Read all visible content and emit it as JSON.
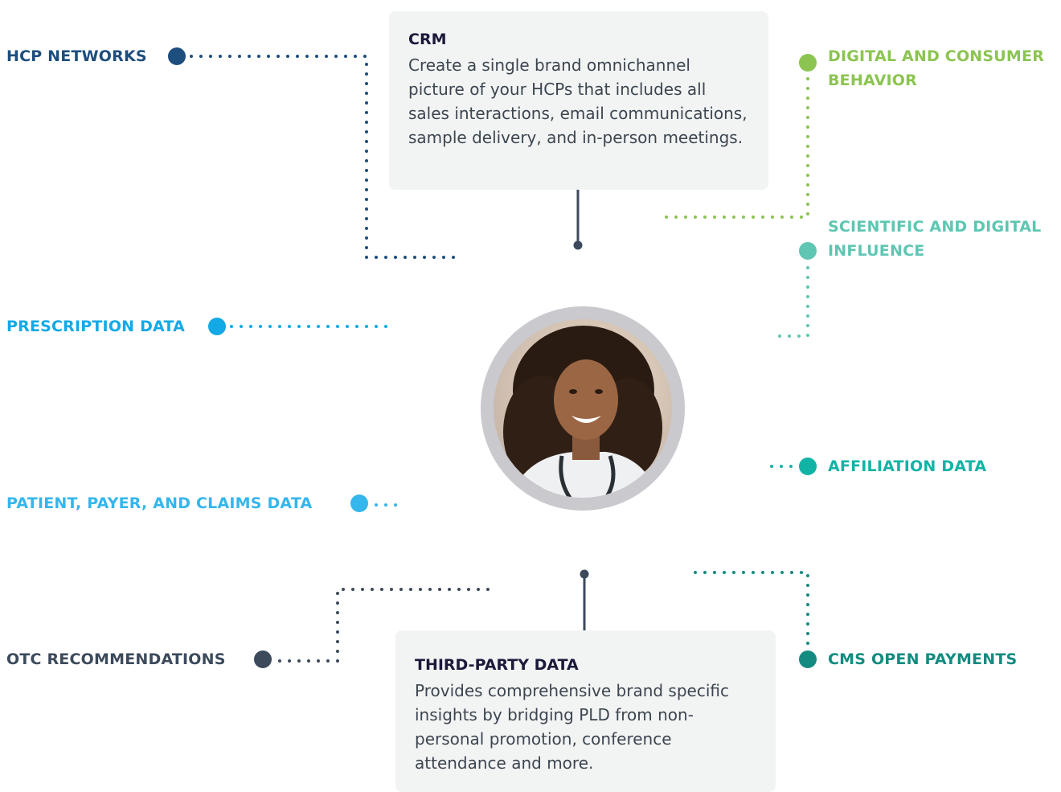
{
  "colors": {
    "hcp_networks": "#1d4e7e",
    "prescription": "#12a9e6",
    "patient_payer": "#35b6ec",
    "otc": "#3c4a5c",
    "digital_consumer": "#8cc451",
    "scientific_digital": "#5ec6b2",
    "affiliation": "#11b3a6",
    "cms": "#148b80",
    "connector": "#3c4a5c",
    "card_bg": "#f2f3f3"
  },
  "left_labels": {
    "hcp_networks": "HCP NETWORKS",
    "prescription_data": "PRESCRIPTION DATA",
    "patient_payer_claims": "PATIENT, PAYER, AND CLAIMS DATA",
    "otc_recommendations": "OTC RECOMMENDATIONS"
  },
  "right_labels": {
    "digital_consumer_line1": "DIGITAL AND CONSUMER",
    "digital_consumer_line2": "BEHAVIOR",
    "scientific_digital_line1": "SCIENTIFIC AND DIGITAL",
    "scientific_digital_line2": "INFLUENCE",
    "affiliation_data": "AFFILIATION DATA",
    "cms_open_payments": "CMS OPEN PAYMENTS"
  },
  "crm_card": {
    "title": "CRM",
    "body": "Create a single brand omnichannel picture of your HCPs that includes all sales interactions, email communications, sample delivery, and in-person meetings."
  },
  "third_party_card": {
    "title": "THIRD-PARTY DATA",
    "body": "Provides comprehensive brand specific insights by bridging PLD from non-personal promotion, conference attendance and more."
  },
  "center_image": {
    "subject": "doctor-portrait"
  }
}
